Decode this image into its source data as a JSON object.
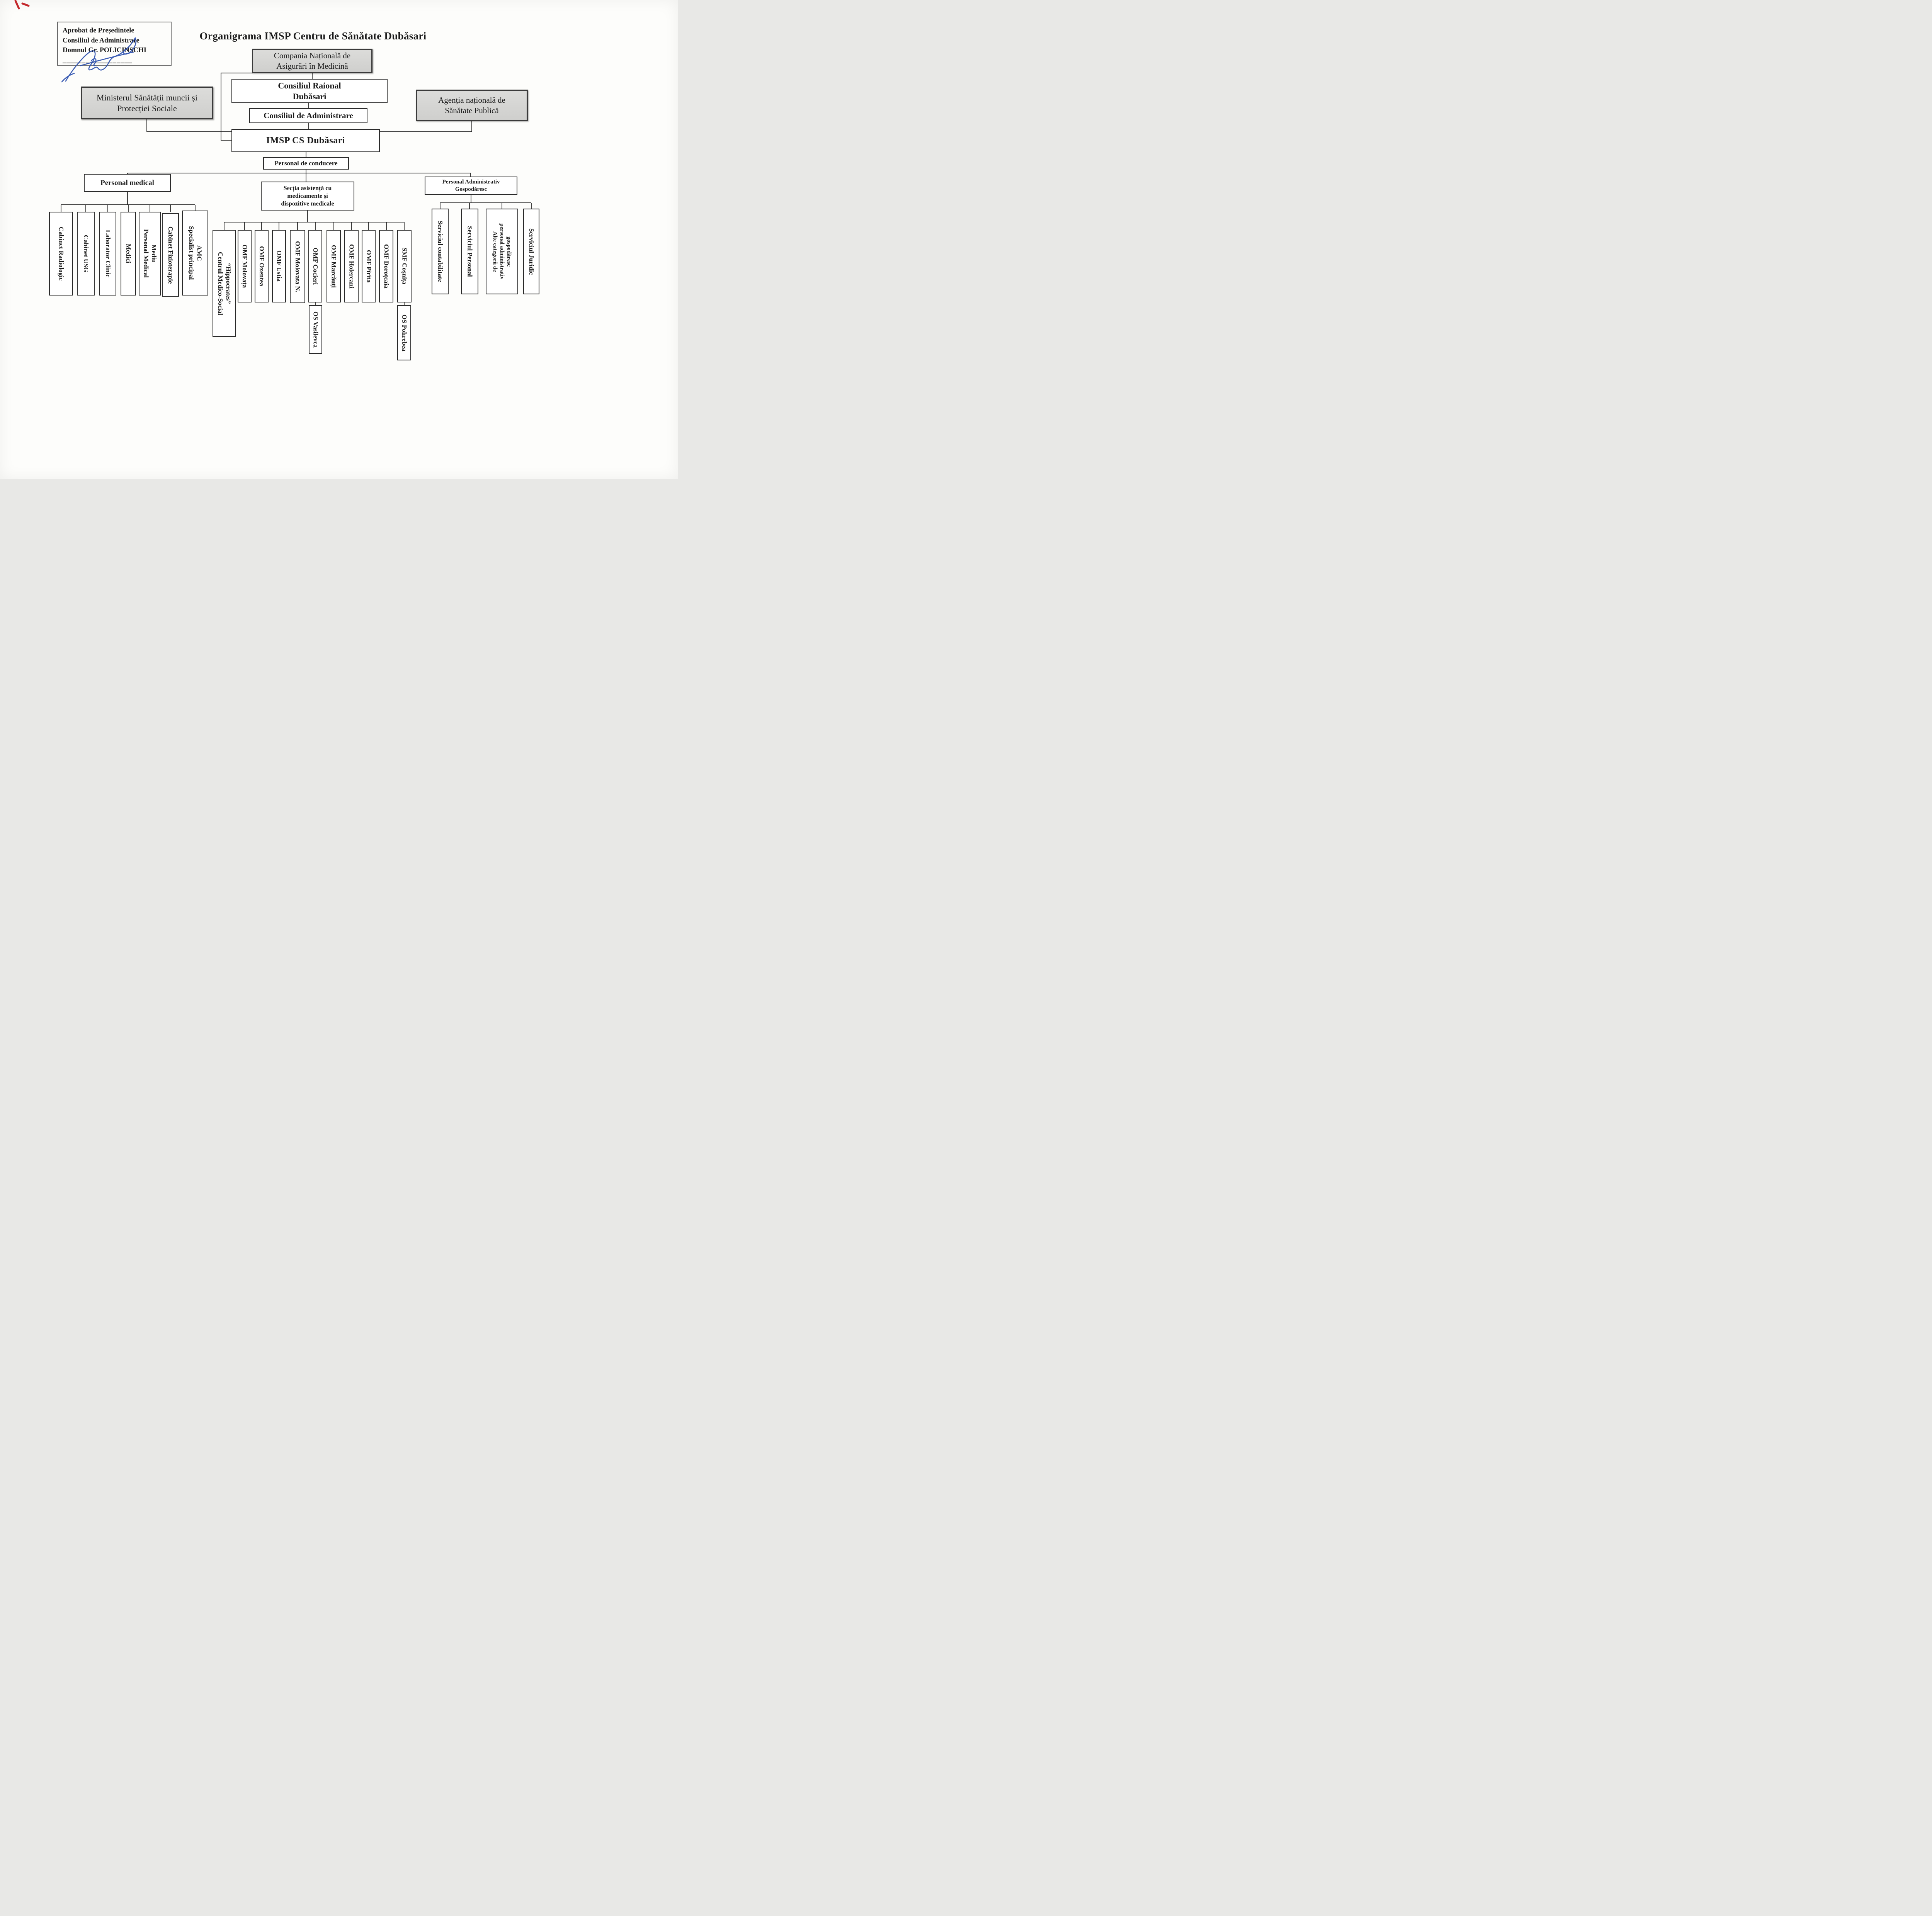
{
  "title": "Organigrama IMSP Centru de Sănătate Dubăsari",
  "approval": {
    "line1": "Aprobat de Președintele",
    "line2": "Consiliul de Administrare",
    "line3": "Domnul Gr. POLICINSCHI",
    "underline": "__________________"
  },
  "nodes": {
    "compania": "Compania Națională de\nAsigurări în Medicină",
    "consiliul_raional": "Consiliul Raional\nDubăsari",
    "consiliul_administrare": "Consiliul de Administrare",
    "minister": "Ministerul Sănătății muncii și\nProtecției Sociale",
    "agentia": "Agenția națională de\nSănătate Publică",
    "imsp": "IMSP CS  Dubăsari",
    "personal_conducere": "Personal de conducere",
    "personal_medical": "Personal medical",
    "sectia_asistenta": "Secția asistență cu\nmedicamente și\ndispozitive medicale",
    "personal_administrativ": "Personal Administrativ\nGospodăresc"
  },
  "medical": {
    "children": [
      "Cabinet Radiologic",
      "Cabinet USG",
      "Laborator Clinic",
      "Medici",
      "Personal Medical\nMediu",
      "Cabinet Fizioterapie",
      "Specialist  principal\nAMC"
    ]
  },
  "sectia": {
    "children": [
      "Centrul Medico-Social\n“Hippocrates”",
      "OMF Molovața",
      "OMF Oxentea",
      "OMF Ustia",
      "OMF Molovata N.",
      "OMF Cocieri",
      "OMF Marcăuți",
      "OMF Holercani",
      "OMF Pîrîta",
      "OMF Doroțcaia",
      "SMF Coșnița"
    ],
    "sub": {
      "vasilevca": "OS Vasilevca",
      "pohrebea": "OS Pohrebea"
    }
  },
  "admin": {
    "children": [
      "Serviciul contabilitate",
      "Serviciul Personal",
      "Alte categorii de\npersonal administrativ\ngospodăresc",
      "Serviciul Juridic"
    ]
  }
}
